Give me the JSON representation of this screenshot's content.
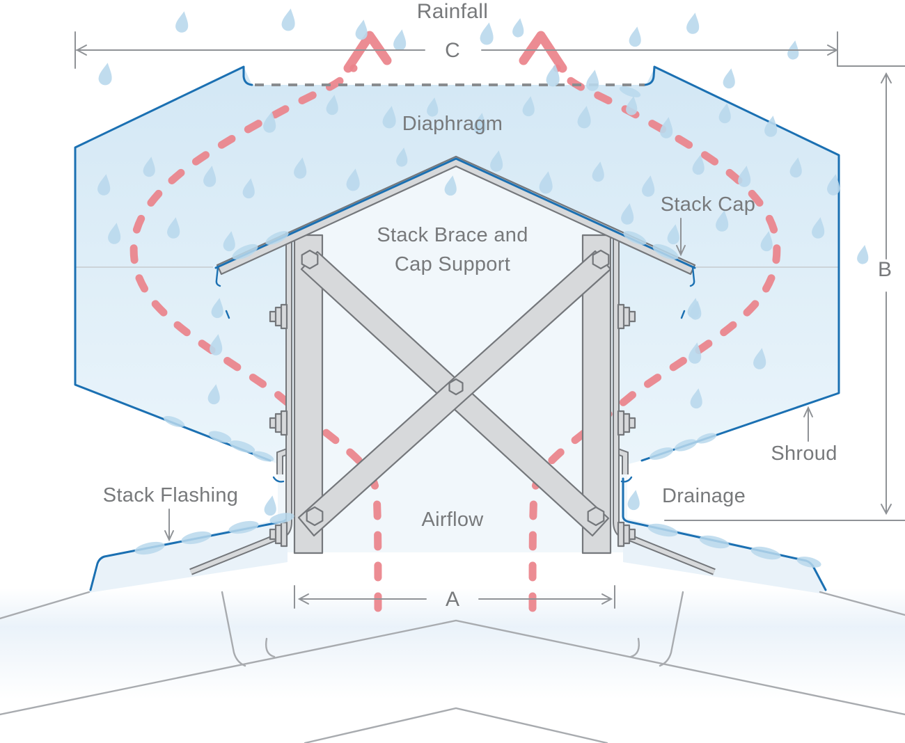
{
  "title": {
    "rainfall": "Rainfall"
  },
  "labels": {
    "diaphragm": "Diaphragm",
    "stack_cap": "Stack Cap",
    "stack_brace_line1": "Stack Brace and",
    "stack_brace_line2": "Cap Support",
    "shroud": "Shroud",
    "stack_flashing": "Stack Flashing",
    "drainage": "Drainage",
    "airflow": "Airflow"
  },
  "dimensions": {
    "a": "A",
    "b": "B",
    "c": "C"
  },
  "colors": {
    "outline_blue": "#1B70B2",
    "shroud_fill_top": "#D4E8F5",
    "shroud_fill_bottom": "#EBF5FB",
    "stack_interior": "#F1F7FB",
    "flashing_fill": "#E9F2F9",
    "raindrop": "#B9D8EC",
    "flow_red": "#EA828A",
    "metal_fill": "#D7D9DB",
    "metal_outline": "#74777B",
    "dimension_gray": "#8F9296",
    "label_gray": "#77797B",
    "seam_gray": "#C6CACD",
    "roof_gray": "#A8ABAF",
    "diaphragm_dash": "#898C8F"
  }
}
